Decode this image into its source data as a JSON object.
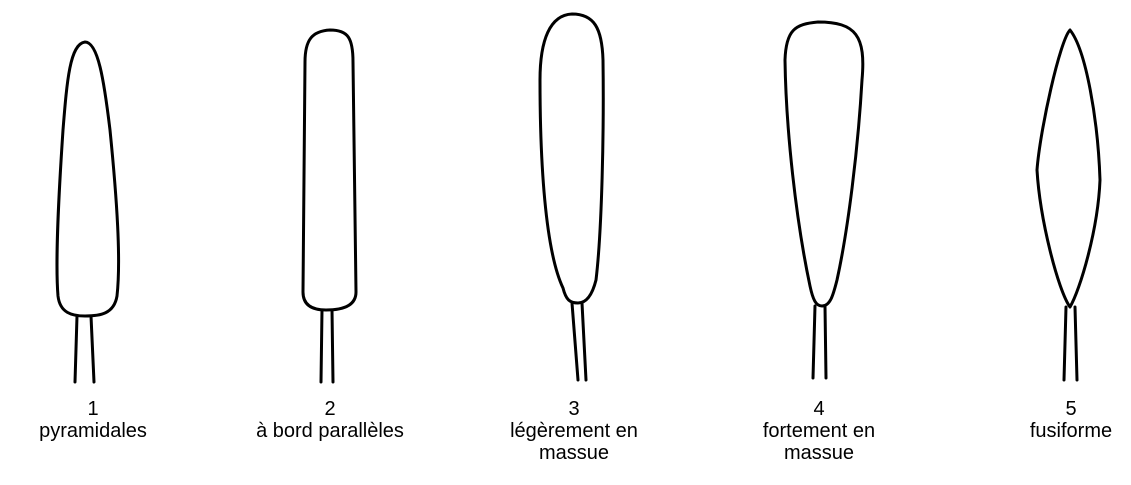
{
  "items": [
    {
      "number": "1",
      "line1": "pyramidales",
      "line2": ""
    },
    {
      "number": "2",
      "line1": "à bord parallèles",
      "line2": ""
    },
    {
      "number": "3",
      "line1": "légèrement en",
      "line2": "massue"
    },
    {
      "number": "4",
      "line1": "fortement en",
      "line2": "massue"
    },
    {
      "number": "5",
      "line1": "fusiforme",
      "line2": ""
    }
  ]
}
